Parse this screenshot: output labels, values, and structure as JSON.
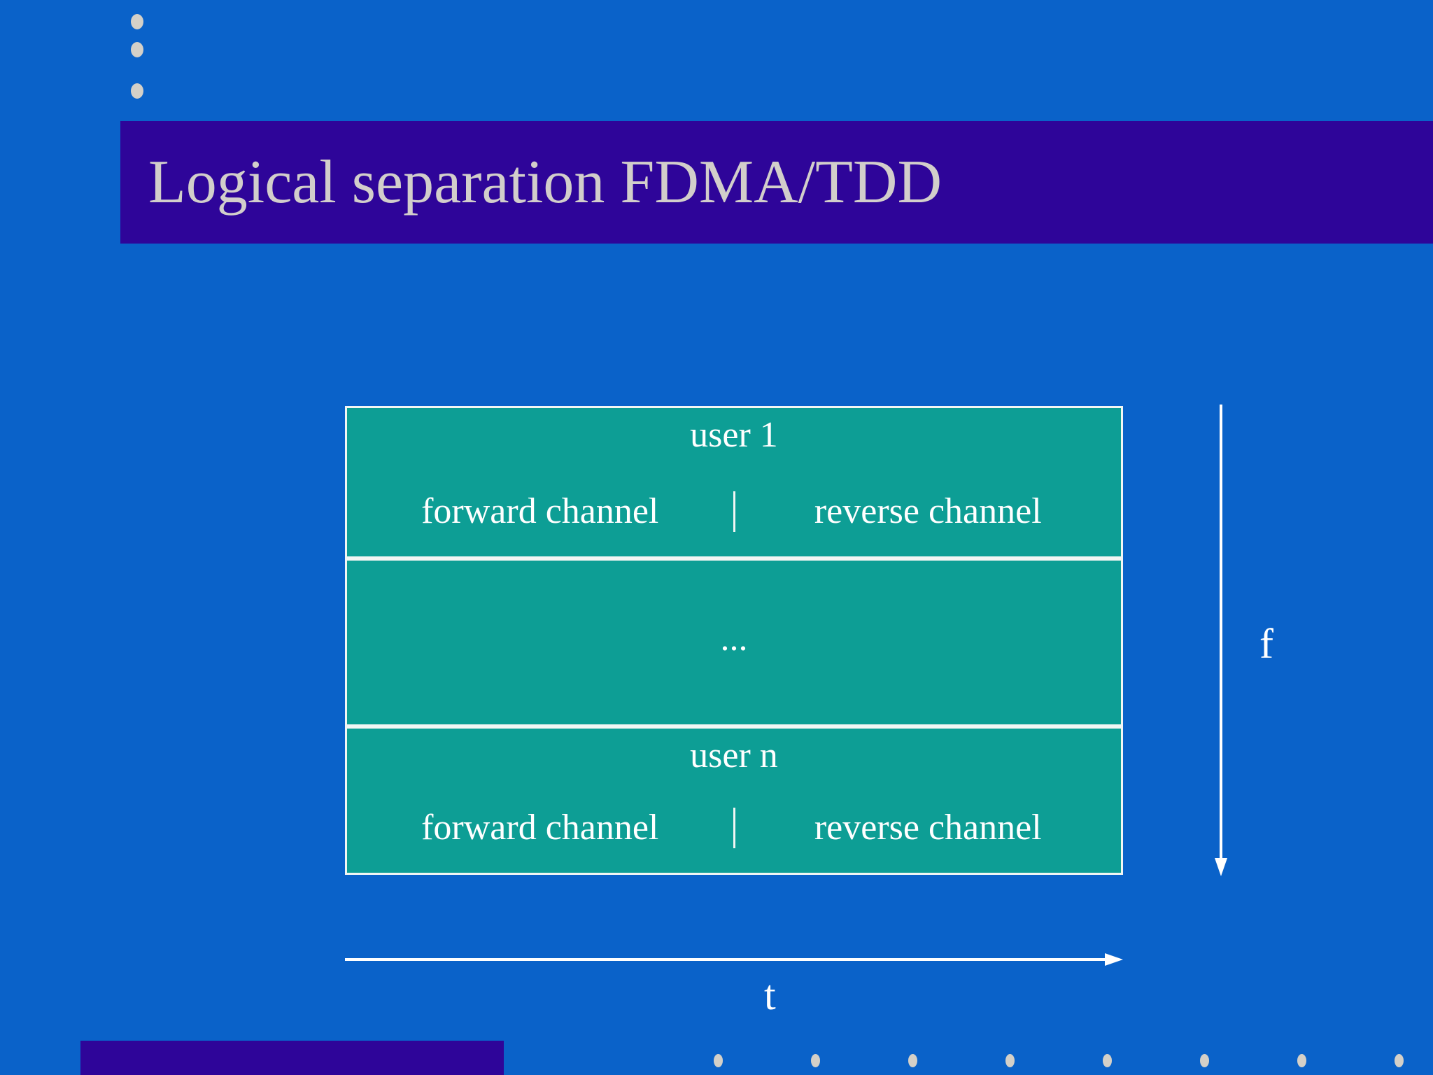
{
  "slide": {
    "title": "Logical separation FDMA/TDD",
    "colors": {
      "background": "#0a62c9",
      "title_bar": "#2e0599",
      "title_text": "#d2cecb",
      "block_fill": "#0d9e95",
      "block_border": "#f2f6f4",
      "block_text": "#ffffff",
      "axis": "#ffffff",
      "decor_dot": "#d4d0c8"
    }
  },
  "decor": {
    "top_dots_count": 3,
    "bottom_dots_count": 8,
    "bottom_dot_positions": [
      1020,
      1159,
      1298,
      1437,
      1576,
      1715,
      1854,
      1993
    ]
  },
  "diagram": {
    "bands": [
      {
        "id": "user-1",
        "title": "user 1",
        "channels": [
          {
            "id": "forward",
            "label": "forward channel"
          },
          {
            "id": "reverse",
            "label": "reverse channel"
          }
        ]
      },
      {
        "id": "ellipsis",
        "title": "",
        "ellipsis": "...",
        "channels": []
      },
      {
        "id": "user-n",
        "title": "user n",
        "channels": [
          {
            "id": "forward",
            "label": "forward channel"
          },
          {
            "id": "reverse",
            "label": "reverse channel"
          }
        ]
      }
    ],
    "axes": {
      "vertical": {
        "label": "f",
        "direction": "down"
      },
      "horizontal": {
        "label": "t",
        "direction": "right"
      }
    }
  }
}
